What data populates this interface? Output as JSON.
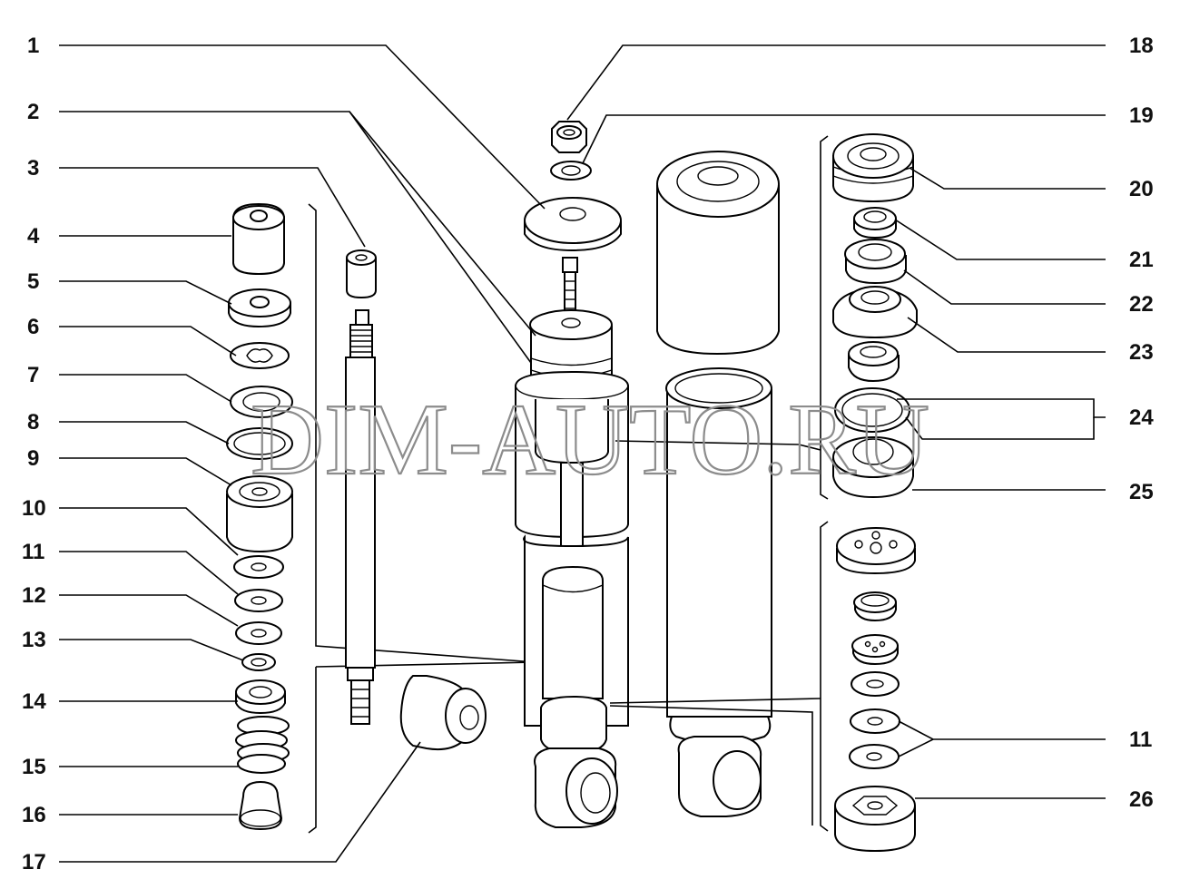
{
  "watermark": "DIM-AUTO.RU",
  "callouts": {
    "c1": "1",
    "c2": "2",
    "c3": "3",
    "c4": "4",
    "c5": "5",
    "c6": "6",
    "c7": "7",
    "c8": "8",
    "c9": "9",
    "c10": "10",
    "c11": "11",
    "c12": "12",
    "c13": "13",
    "c14": "14",
    "c15": "15",
    "c16": "16",
    "c17": "17",
    "c18": "18",
    "c19": "19",
    "c20": "20",
    "c21": "21",
    "c22": "22",
    "c23": "23",
    "c24": "24",
    "c25": "25",
    "c11b": "11",
    "c26": "26"
  }
}
